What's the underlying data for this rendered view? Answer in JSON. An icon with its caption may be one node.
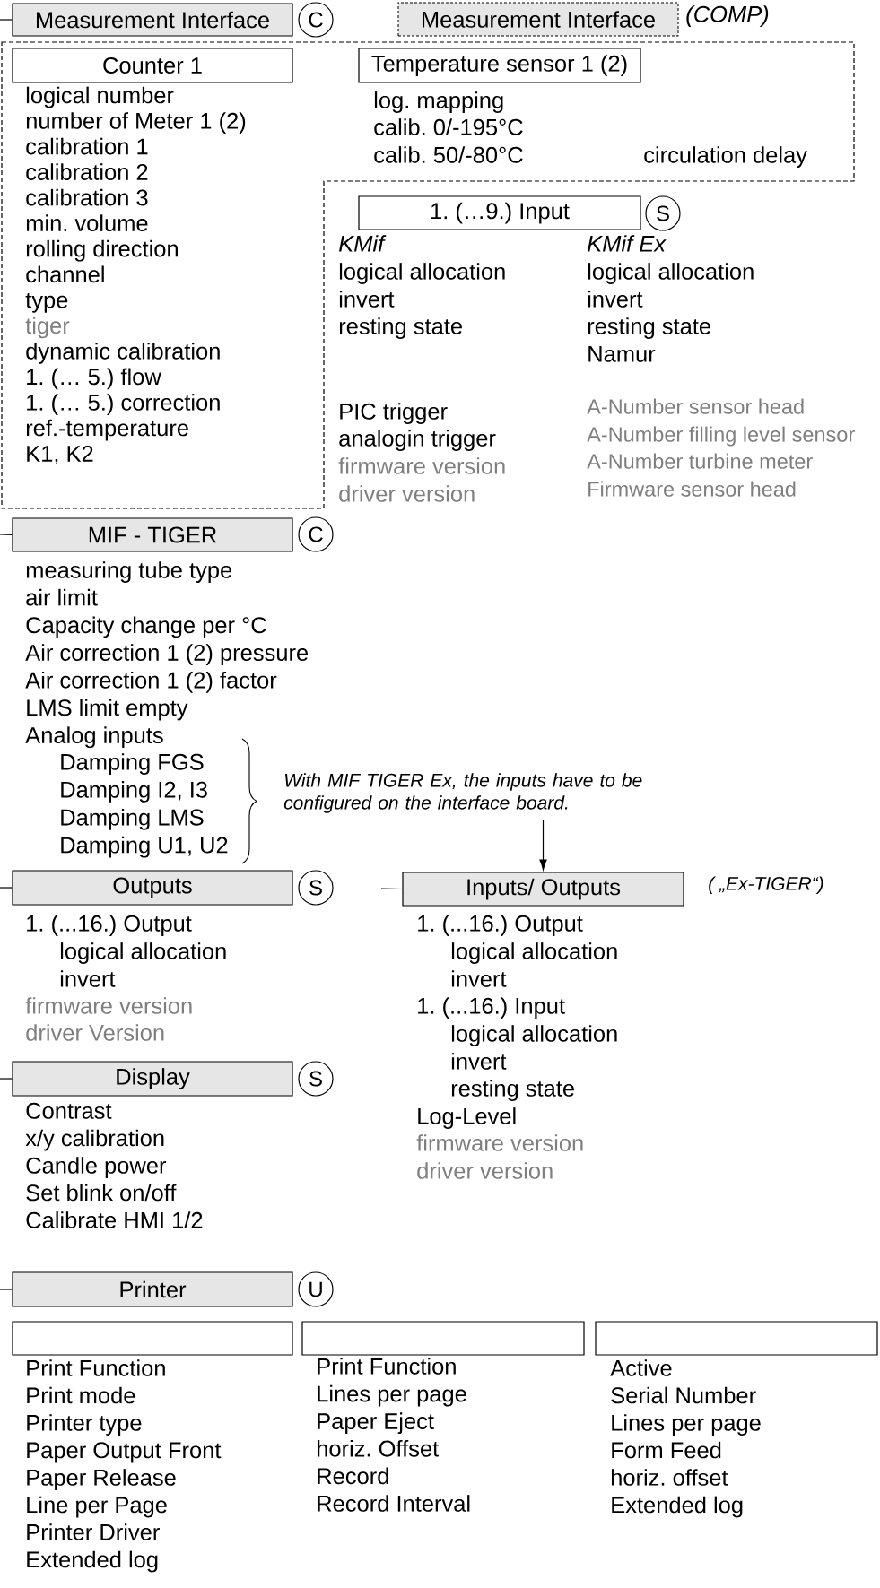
{
  "diagram": {
    "nodes": [
      {
        "text": [
          "Measurement Interface"
        ]
      },
      {
        "text": [
          "C"
        ]
      },
      {
        "text": [
          "Measurement Interface"
        ],
        "beside": [
          "(COMP)"
        ]
      },
      {
        "text": [],
        "shape": "box"
      },
      {
        "text": [
          "Counter 1"
        ],
        "in": 3,
        "beside": [
          "logical number",
          "number of Meter 1 (2)",
          "calibration 1",
          "calibration 2",
          "calibration 3",
          "min. volume",
          "rolling direction",
          "channel",
          "type",
          "tiger",
          "dynamic calibration",
          "1. (… 5.) flow",
          "1. (… 5.) correction",
          "ref.-temperature",
          "K1, K2"
        ]
      },
      {
        "text": [
          "Temperature sensor 1 (2)"
        ],
        "in": 3,
        "beside": [
          "log. mapping",
          "calib. 0/-195°C",
          "calib. 50/-80°C"
        ]
      },
      {
        "text": [
          "1. (…9.) Input"
        ],
        "in": 3,
        "beside": [
          "KMif",
          "logical allocation",
          "invert",
          "resting state",
          "PIC trigger",
          "analogin trigger",
          "firmware version",
          "driver version",
          "KMif Ex",
          "logical allocation",
          "invert",
          "resting state",
          "Namur",
          "A-Number sensor head",
          "A-Number filling level sensor",
          "A-Number turbine meter",
          "Firmware sensor head"
        ]
      },
      {
        "text": [
          "S"
        ],
        "in": 3
      },
      {
        "text": [
          "MIF - TIGER"
        ],
        "beside": [
          "measuring tube type",
          "air limit",
          "Capacity change per °C",
          "Air correction 1 (2) pressure",
          "Air correction 1 (2) factor",
          "LMS limit empty",
          "Analog inputs",
          "Damping FGS",
          "Damping I2, I3",
          "Damping LMS",
          "Damping U1, U2"
        ]
      },
      {
        "text": [
          "C"
        ]
      },
      {
        "text": [
          "With MIF TIGER Ex, the inputs have to be configured on the interface board."
        ]
      },
      {
        "text": [
          "Outputs"
        ],
        "beside": [
          "1. (...16.) Output",
          "logical allocation",
          "invert",
          "firmware version",
          "driver Version"
        ]
      },
      {
        "text": [
          "S"
        ]
      },
      {
        "text": [
          "Inputs/ Outputs"
        ],
        "beside": [
          "( „Ex-TIGER“)",
          "1. (...16.) Output",
          "logical allocation",
          "invert",
          "1. (...16.) Input",
          "logical allocation",
          "invert",
          "resting state",
          "Log-Level",
          "firmware version",
          "driver version"
        ]
      },
      {
        "text": [
          "Display"
        ],
        "beside": [
          "Contrast",
          "x/y calibration",
          "Candle power",
          "Set blink on/off",
          "Calibrate HMI 1/2"
        ]
      },
      {
        "text": [
          "S"
        ]
      },
      {
        "text": [
          "Printer"
        ]
      },
      {
        "text": [
          "U"
        ]
      },
      {
        "text": [],
        "shape": "box",
        "beside": [
          "Print Function",
          "Print mode",
          "Printer type",
          "Paper Output Front",
          "Paper Release",
          "Line per Page",
          "Printer Driver",
          "Extended log"
        ]
      },
      {
        "text": [],
        "shape": "box",
        "beside": [
          "Print Function",
          "Lines per page",
          "Paper Eject",
          "horiz. Offset",
          "Record",
          "Record Interval"
        ]
      },
      {
        "text": [],
        "shape": "box",
        "beside": [
          "Active",
          "Serial Number",
          "Lines per page",
          "Form Feed",
          "horiz. offset",
          "Extended log"
        ]
      }
    ],
    "edges": [
      {
        "from": null,
        "to": 0,
        "arrow": "none"
      },
      {
        "from": null,
        "to": 8,
        "arrow": "none"
      },
      {
        "from": 10,
        "to": 13,
        "arrow": "to"
      },
      {
        "from": null,
        "to": 11,
        "arrow": "none"
      },
      {
        "from": null,
        "to": 13,
        "arrow": "none"
      },
      {
        "from": null,
        "to": 14,
        "arrow": "none"
      },
      {
        "from": null,
        "to": 16,
        "arrow": "none"
      }
    ],
    "labels": [
      "circulation delay"
    ]
  }
}
